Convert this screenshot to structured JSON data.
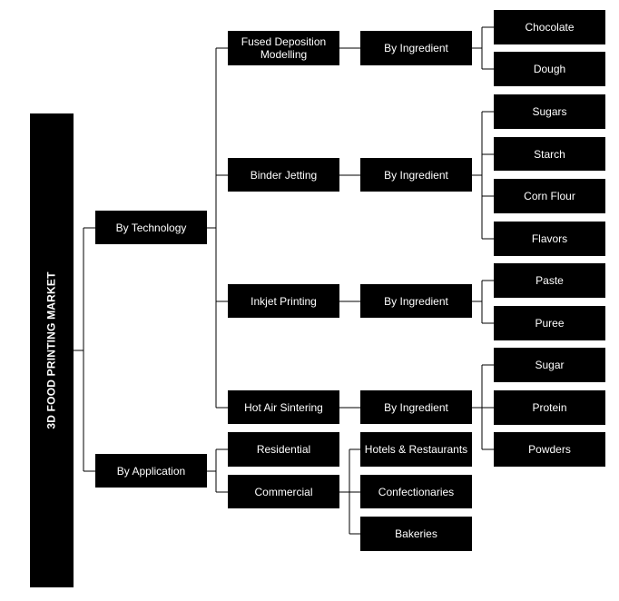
{
  "root": {
    "label": "3D FOOD PRINTING MARKET"
  },
  "level1": {
    "technology": "By Technology",
    "application": "By Application"
  },
  "technologies": {
    "fdm": "Fused Deposition Modelling",
    "binder": "Binder Jetting",
    "inkjet": "Inkjet Printing",
    "hotair": "Hot Air Sintering"
  },
  "by_ingredient": "By Ingredient",
  "ingredients": {
    "fdm": [
      "Chocolate",
      "Dough"
    ],
    "binder": [
      "Sugars",
      "Starch",
      "Corn Flour",
      "Flavors"
    ],
    "inkjet": [
      "Paste",
      "Puree"
    ],
    "hotair": [
      "Sugar",
      "Protein",
      "Powders"
    ]
  },
  "applications": {
    "residential": "Residential",
    "commercial": "Commercial"
  },
  "commercial_types": [
    "Hotels & Restaurants",
    "Confectionaries",
    "Bakeries"
  ]
}
